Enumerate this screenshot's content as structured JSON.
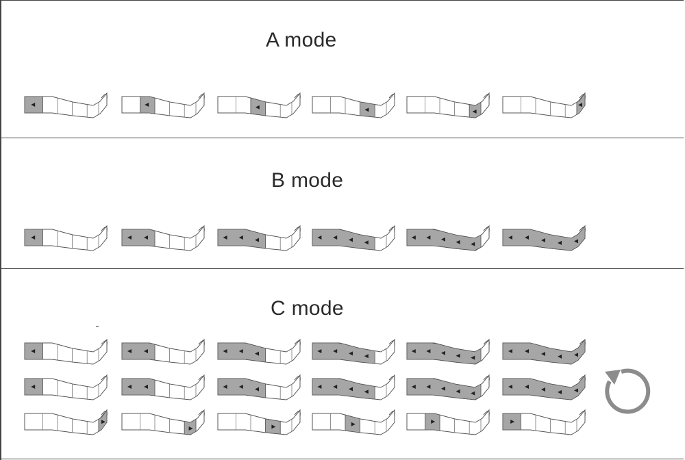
{
  "modes": {
    "a": {
      "title": "A mode",
      "rows": [
        [
          {
            "from": 0.0,
            "to": 0.22,
            "dir": "up"
          },
          {
            "from": 0.22,
            "to": 0.4,
            "dir": "up"
          },
          {
            "from": 0.4,
            "to": 0.58,
            "dir": "up"
          },
          {
            "from": 0.58,
            "to": 0.76,
            "dir": "up"
          },
          {
            "from": 0.76,
            "to": 0.9,
            "dir": "up"
          },
          {
            "from": 0.9,
            "to": 1.0,
            "dir": "up"
          }
        ]
      ]
    },
    "b": {
      "title": "B mode",
      "rows": [
        [
          {
            "from": 0.0,
            "to": 0.22,
            "dir": "up"
          },
          {
            "from": 0.0,
            "to": 0.4,
            "dir": "up"
          },
          {
            "from": 0.0,
            "to": 0.58,
            "dir": "up"
          },
          {
            "from": 0.0,
            "to": 0.76,
            "dir": "up"
          },
          {
            "from": 0.0,
            "to": 0.9,
            "dir": "up"
          },
          {
            "from": 0.0,
            "to": 1.0,
            "dir": "up"
          }
        ]
      ]
    },
    "c": {
      "title": "C mode",
      "rows": [
        [
          {
            "from": 0.0,
            "to": 0.22,
            "dir": "up"
          },
          {
            "from": 0.0,
            "to": 0.4,
            "dir": "up"
          },
          {
            "from": 0.0,
            "to": 0.58,
            "dir": "up"
          },
          {
            "from": 0.0,
            "to": 0.76,
            "dir": "up"
          },
          {
            "from": 0.0,
            "to": 0.9,
            "dir": "up"
          },
          {
            "from": 0.0,
            "to": 1.0,
            "dir": "up"
          }
        ],
        [
          {
            "from": 0.0,
            "to": 0.22,
            "dir": "up"
          },
          {
            "from": 0.0,
            "to": 0.4,
            "dir": "up"
          },
          {
            "from": 0.0,
            "to": 0.58,
            "dir": "up"
          },
          {
            "from": 0.0,
            "to": 0.76,
            "dir": "up"
          },
          {
            "from": 0.0,
            "to": 0.9,
            "dir": "up"
          },
          {
            "from": 0.0,
            "to": 1.0,
            "dir": "up"
          }
        ],
        [
          {
            "from": 0.9,
            "to": 1.0,
            "dir": "down"
          },
          {
            "from": 0.76,
            "to": 0.9,
            "dir": "down"
          },
          {
            "from": 0.58,
            "to": 0.76,
            "dir": "down"
          },
          {
            "from": 0.4,
            "to": 0.58,
            "dir": "down"
          },
          {
            "from": 0.22,
            "to": 0.4,
            "dir": "down"
          },
          {
            "from": 0.0,
            "to": 0.22,
            "dir": "down"
          }
        ]
      ]
    }
  },
  "repeat_icon": "repeat-cycle-icon",
  "colors": {
    "chamber": "#a6a6a6",
    "outline": "#555555",
    "arrow": "#222222",
    "repeat": "#8c8c8c"
  }
}
